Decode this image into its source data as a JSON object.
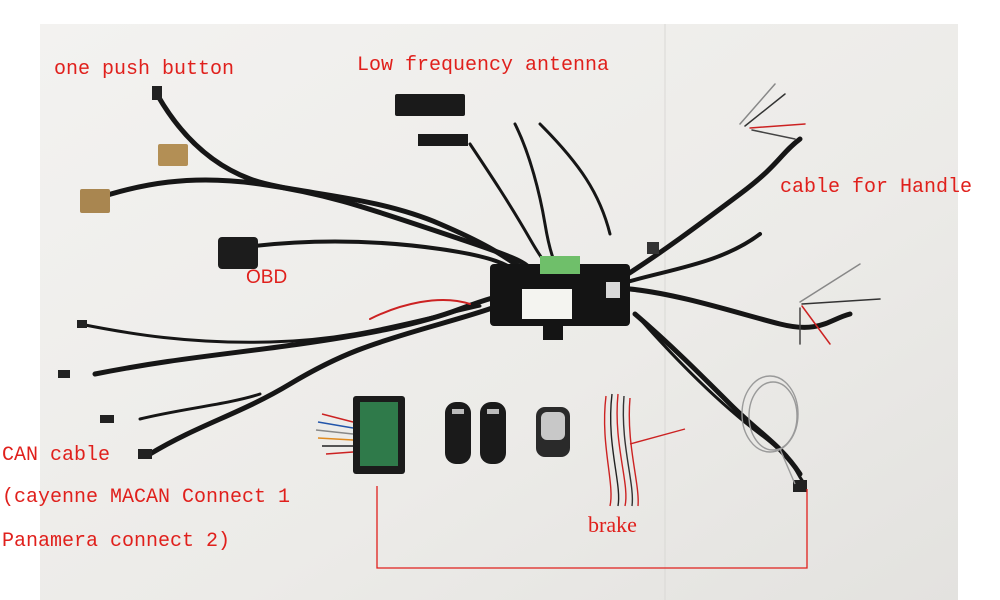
{
  "labels": {
    "one_push_button": "one push button",
    "low_frequency_antenna": "Low frequency antenna",
    "cable_for_handle": "cable for Handle",
    "obd": "OBD",
    "can_cable": "CAN cable",
    "can_cable_line2": "(cayenne MACAN Connect 1",
    "can_cable_line3": "Panamera connect 2)",
    "brake": "brake"
  },
  "colors": {
    "label": "#e0201c",
    "cable": "#1a1a1a",
    "background_wall": "#efeeec"
  }
}
